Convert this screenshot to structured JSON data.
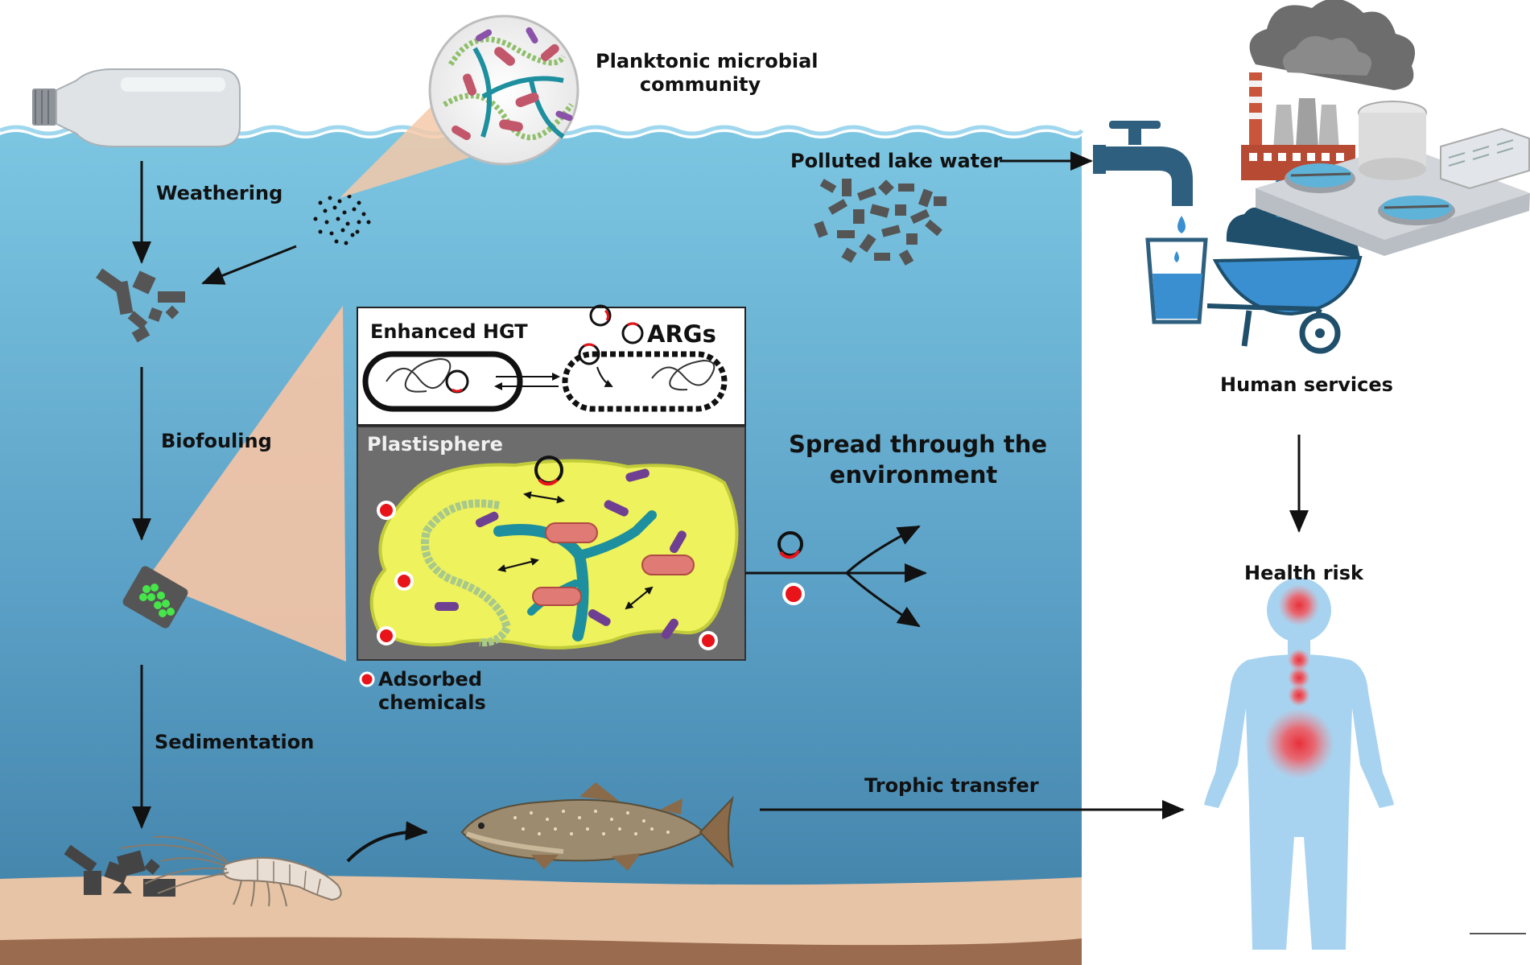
{
  "labels": {
    "weathering": "Weathering",
    "biofouling": "Biofouling",
    "sedimentation": "Sedimentation",
    "planktonic_line1": "Planktonic microbial",
    "planktonic_line2": "community",
    "polluted_lake_water": "Polluted  lake water",
    "human_services": "Human services",
    "health_risk": "Health risk",
    "enhanced_hgt": "Enhanced HGT",
    "args": "ARGs",
    "plastisphere": "Plastisphere",
    "spread_line1": "Spread through the",
    "spread_line2": "environment",
    "adsorbed_line1": "Adsorbed",
    "adsorbed_line2": "chemicals",
    "trophic_transfer": "Trophic transfer"
  },
  "colors": {
    "water_top": "#7cc6e2",
    "water_bottom": "#3f7fa6",
    "sediment": "#e7c4a5",
    "sediment_dark": "#9a6b4e",
    "plastisphere_box": "#6d6d6d",
    "biofilm": "#eef25c",
    "adsorbed_chemical": "#e8141a",
    "bacteria_purple": "#6f3f92",
    "bacteria_red": "#e07a74",
    "filament_teal": "#1e8f9e",
    "body_blue": "#a8d3f0",
    "health_hotspot": "#e8303a"
  },
  "icons": [
    "plastic-bottle-icon",
    "microplastic-fragments-icon",
    "microscope-lens-icon",
    "water-tap-icon",
    "factory-icon",
    "water-treatment-plant-icon",
    "drinking-glass-icon",
    "wheelbarrow-vegetables-icon",
    "plasmid-icon",
    "bacterium-icon",
    "shrimp-icon",
    "fish-icon",
    "human-body-icon"
  ]
}
